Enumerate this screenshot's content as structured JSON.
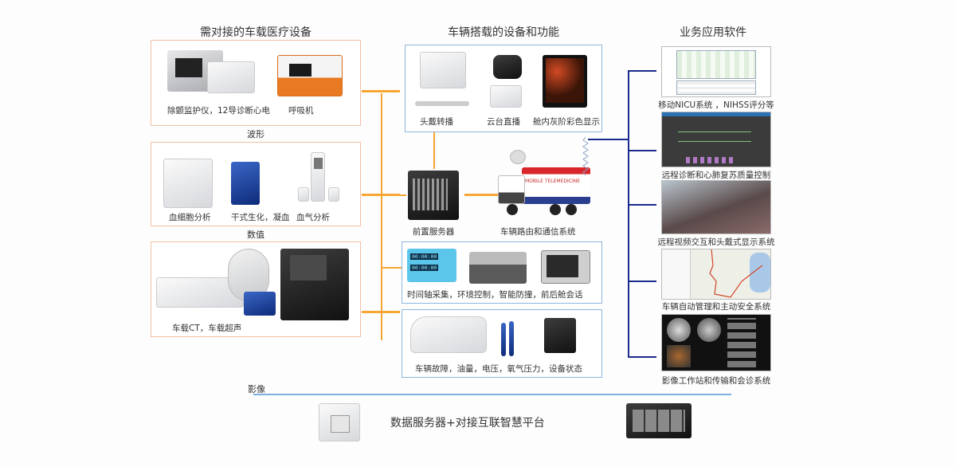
{
  "headings": {
    "left": "需对接的车载医疗设备",
    "center": "车辆搭载的设备和功能",
    "right": "业务应用软件"
  },
  "left_panels": [
    {
      "items": [
        "除颤监护仪，12导诊断心电",
        "呼吸机"
      ],
      "below_label": "波形"
    },
    {
      "items": [
        "血细胞分析",
        "干式生化，凝血",
        "血气分析"
      ],
      "below_label": "数值"
    },
    {
      "items": [
        "车载CT，车载超声"
      ],
      "below_label": "影像"
    }
  ],
  "center": {
    "top_box": {
      "items": [
        "头戴转播",
        "云台直播",
        "舱内灰阶彩色显示"
      ]
    },
    "front_server": "前置服务器",
    "vehicle": "车辆路由和通信系统",
    "vehicle_banner": "MOBILE TELEMEDICINE",
    "box_timeline": {
      "caption": "时间轴采集，环境控制，智能防撞，前后舱会话",
      "clock_readout": "00:00:00"
    },
    "box_status": {
      "caption": "车辆故障，油量，电压，氧气压力，设备状态"
    }
  },
  "right_software": [
    {
      "label": "移动NICU系统 ，NIHSS评分等"
    },
    {
      "label": "远程诊断和心肺复苏质量控制"
    },
    {
      "label": "远程视频交互和头戴式显示系统"
    },
    {
      "label": "车辆自动管理和主动安全系统"
    },
    {
      "label": "影像工作站和传输和会诊系统"
    }
  ],
  "bottom": {
    "label": "数据服务器+对接互联智慧平台"
  },
  "colors": {
    "left_box_border": "#f4bfa5",
    "blue_box_border": "#8db5df",
    "orange_connector": "#f7a633",
    "navy_connector": "#1b2a8c",
    "divider": "#7fb0dc"
  }
}
